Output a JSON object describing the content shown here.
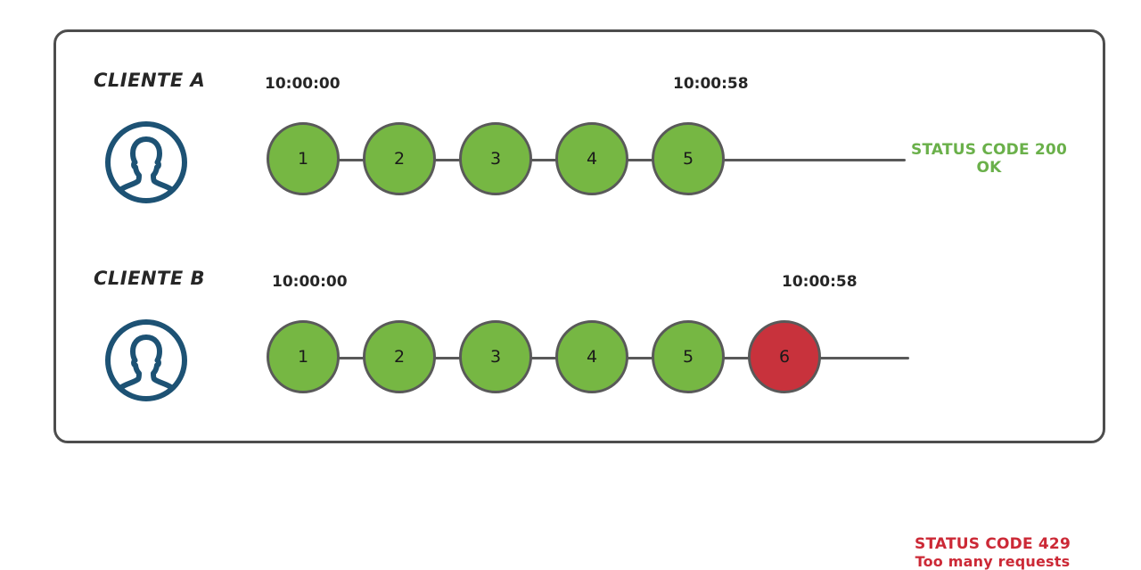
{
  "diagram": {
    "title": "Rate limiting request chain",
    "frame": {
      "border_color": "#4d4d4d"
    },
    "colors": {
      "node_ok": "#76b743",
      "node_fail": "#c8323c",
      "node_stroke": "#595959",
      "link": "#595959",
      "avatar": "#1d5274",
      "status_ok": "#6ab04a",
      "status_fail": "#cc2936",
      "text": "#262626"
    },
    "rows": [
      {
        "id": "cliente-a",
        "label": "CLIENTE A",
        "avatar_icon": "user-avatar-icon",
        "timestamp_start": "10:00:00",
        "timestamp_end": "10:00:58",
        "nodes": [
          {
            "n": "1",
            "state": "ok"
          },
          {
            "n": "2",
            "state": "ok"
          },
          {
            "n": "3",
            "state": "ok"
          },
          {
            "n": "4",
            "state": "ok"
          },
          {
            "n": "5",
            "state": "ok"
          }
        ],
        "status": {
          "line1": "STATUS CODE 200",
          "line2": "OK",
          "state": "ok"
        }
      },
      {
        "id": "cliente-b",
        "label": "CLIENTE B",
        "avatar_icon": "user-avatar-icon",
        "timestamp_start": "10:00:00",
        "timestamp_end": "10:00:58",
        "nodes": [
          {
            "n": "1",
            "state": "ok"
          },
          {
            "n": "2",
            "state": "ok"
          },
          {
            "n": "3",
            "state": "ok"
          },
          {
            "n": "4",
            "state": "ok"
          },
          {
            "n": "5",
            "state": "ok"
          },
          {
            "n": "6",
            "state": "fail"
          }
        ],
        "status": {
          "line1": "STATUS CODE 429",
          "line2": "Too many requests",
          "state": "fail"
        }
      }
    ]
  }
}
